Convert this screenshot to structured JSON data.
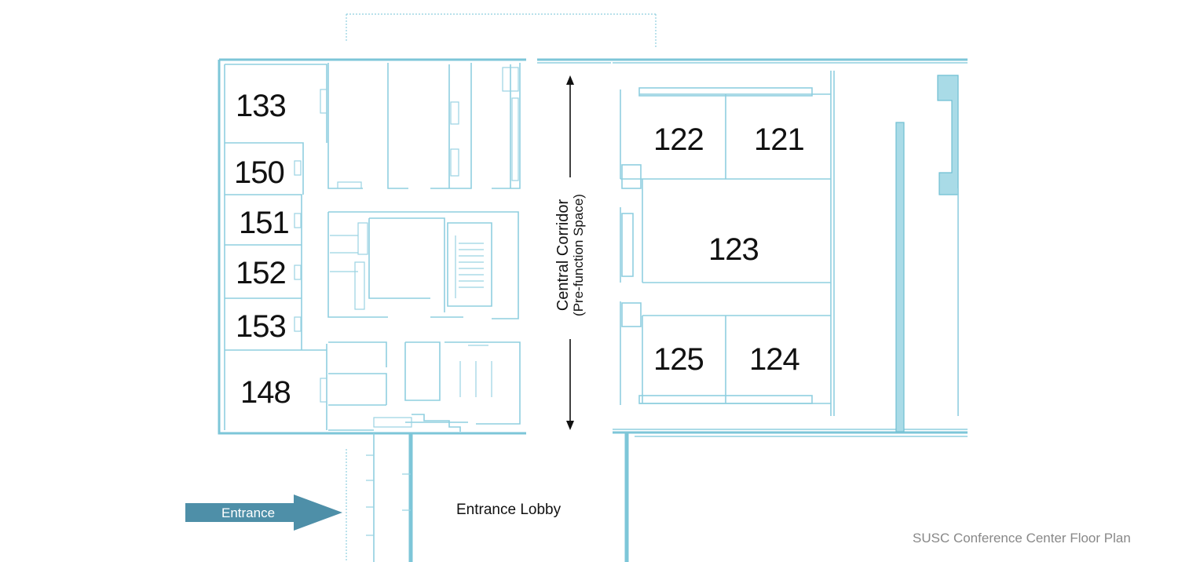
{
  "rooms": [
    {
      "id": "133",
      "label": "133"
    },
    {
      "id": "150",
      "label": "150"
    },
    {
      "id": "151",
      "label": "151"
    },
    {
      "id": "152",
      "label": "152"
    },
    {
      "id": "153",
      "label": "153"
    },
    {
      "id": "148",
      "label": "148"
    },
    {
      "id": "122",
      "label": "122"
    },
    {
      "id": "121",
      "label": "121"
    },
    {
      "id": "123",
      "label": "123"
    },
    {
      "id": "125",
      "label": "125"
    },
    {
      "id": "124",
      "label": "124"
    }
  ],
  "corridor": {
    "label": "Central Corridor",
    "sublabel": "(Pre-function Space)"
  },
  "entrance": {
    "label": "Entrance"
  },
  "lobby": {
    "label": "Entrance Lobby"
  },
  "caption": "SUSC Conference Center Floor Plan",
  "colors": {
    "walls": "#7dc6d8",
    "entrance_arrow": "#4e8fa8",
    "caption": "#888888"
  }
}
